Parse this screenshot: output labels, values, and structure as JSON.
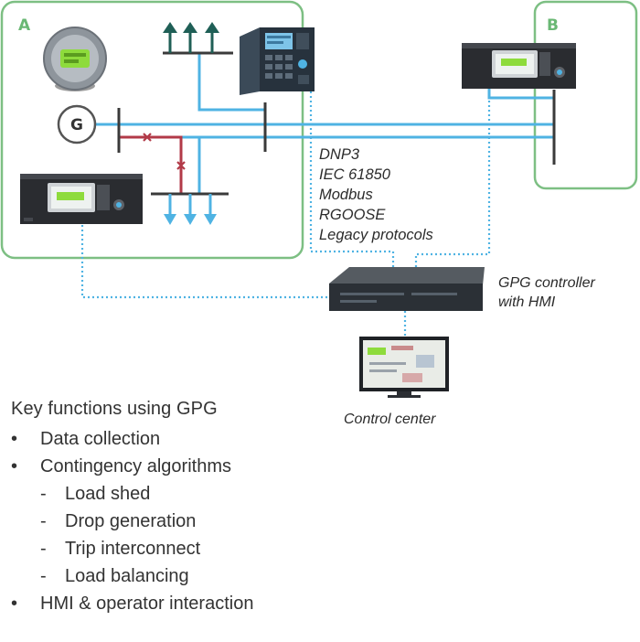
{
  "zones": {
    "a_label": "A",
    "b_label": "B"
  },
  "generator_symbol": "G",
  "protocols": [
    "DNP3",
    "IEC 61850",
    "Modbus",
    "RGOOSE",
    "Legacy protocols"
  ],
  "devices": {
    "controller_caption": [
      "GPG controller",
      "with HMI"
    ],
    "control_center_caption": "Control center"
  },
  "key_functions": {
    "title": "Key functions using GPG",
    "items": [
      {
        "level": 1,
        "mark": "•",
        "text": "Data collection"
      },
      {
        "level": 1,
        "mark": "•",
        "text": "Contingency algorithms"
      },
      {
        "level": 2,
        "mark": "-",
        "text": "Load shed"
      },
      {
        "level": 2,
        "mark": "-",
        "text": "Drop generation"
      },
      {
        "level": 2,
        "mark": "-",
        "text": "Trip interconnect"
      },
      {
        "level": 2,
        "mark": "-",
        "text": "Load balancing"
      },
      {
        "level": 1,
        "mark": "•",
        "text": "HMI & operator interaction"
      }
    ]
  },
  "colors": {
    "zone_border": "#7dbf83",
    "zone_label": "#6ab874",
    "power_line": "#4fb3e3",
    "tripped_line": "#b23a48",
    "comm_link": "#4fb3e3",
    "bus_bar": "#3a3a3a",
    "export_arrow": "#1f5f56",
    "load_arrow": "#4fb3e3"
  },
  "icons": [
    "smart-meter-icon",
    "protection-relay-icon",
    "rack-relay-icon",
    "generator-icon",
    "controller-icon",
    "monitor-icon",
    "trip-x-icon"
  ]
}
